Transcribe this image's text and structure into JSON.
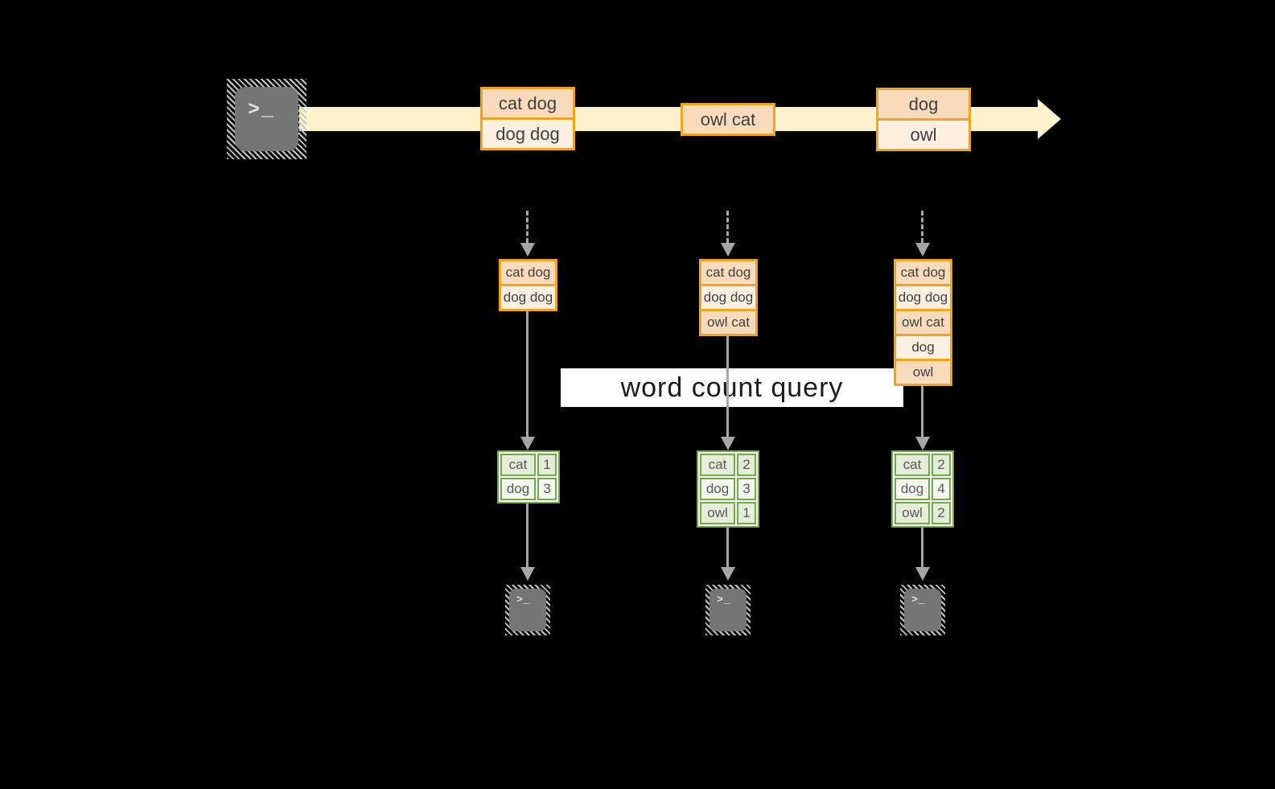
{
  "diagram": {
    "query_label": "word count query",
    "terminal_glyph": ">_",
    "stream_records": [
      {
        "rows": [
          "cat dog",
          "dog dog"
        ]
      },
      {
        "rows": [
          "owl cat"
        ]
      },
      {
        "rows": [
          "dog",
          "owl"
        ]
      }
    ],
    "batches": [
      {
        "rows": [
          "cat dog",
          "dog dog"
        ]
      },
      {
        "rows": [
          "cat dog",
          "dog dog",
          "owl cat"
        ]
      },
      {
        "rows": [
          "cat dog",
          "dog dog",
          "owl cat",
          "dog",
          "owl"
        ]
      }
    ],
    "result_tables": [
      {
        "rows": [
          [
            "cat",
            "1"
          ],
          [
            "dog",
            "3"
          ]
        ]
      },
      {
        "rows": [
          [
            "cat",
            "2"
          ],
          [
            "dog",
            "3"
          ],
          [
            "owl",
            "1"
          ]
        ]
      },
      {
        "rows": [
          [
            "cat",
            "2"
          ],
          [
            "dog",
            "4"
          ],
          [
            "owl",
            "2"
          ]
        ]
      }
    ],
    "colors": {
      "background": "#000000",
      "stream_band": "#fcf2cc",
      "record_border": "#f1a51f",
      "record_fill_dark": "#fadcbc",
      "record_fill_light": "#fdf0e1",
      "table_border": "#6faa46",
      "table_fill_dark": "#e3edd8",
      "table_fill_light": "#f4f8ee",
      "arrow_gray": "#a6a6a6",
      "terminal_gray": "#757575",
      "banner_background": "#ffffff"
    }
  }
}
